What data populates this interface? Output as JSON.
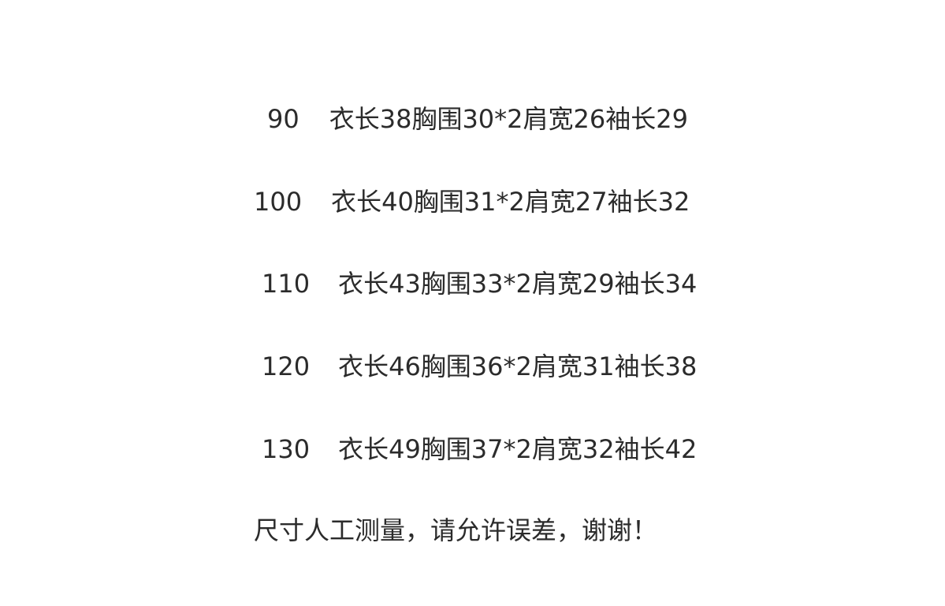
{
  "rows": [
    {
      "size": "90",
      "spec": "衣长38胸围30*2肩宽26袖长29"
    },
    {
      "size": "100",
      "spec": "衣长40胸围31*2肩宽27袖长32"
    },
    {
      "size": "110",
      "spec": "衣长43胸围33*2肩宽29袖长34"
    },
    {
      "size": "120",
      "spec": "衣长46胸围36*2肩宽31袖长38"
    },
    {
      "size": "130",
      "spec": "衣长49胸围37*2肩宽32袖长42"
    }
  ],
  "note": "尺寸人工测量，请允许误差，谢谢！"
}
